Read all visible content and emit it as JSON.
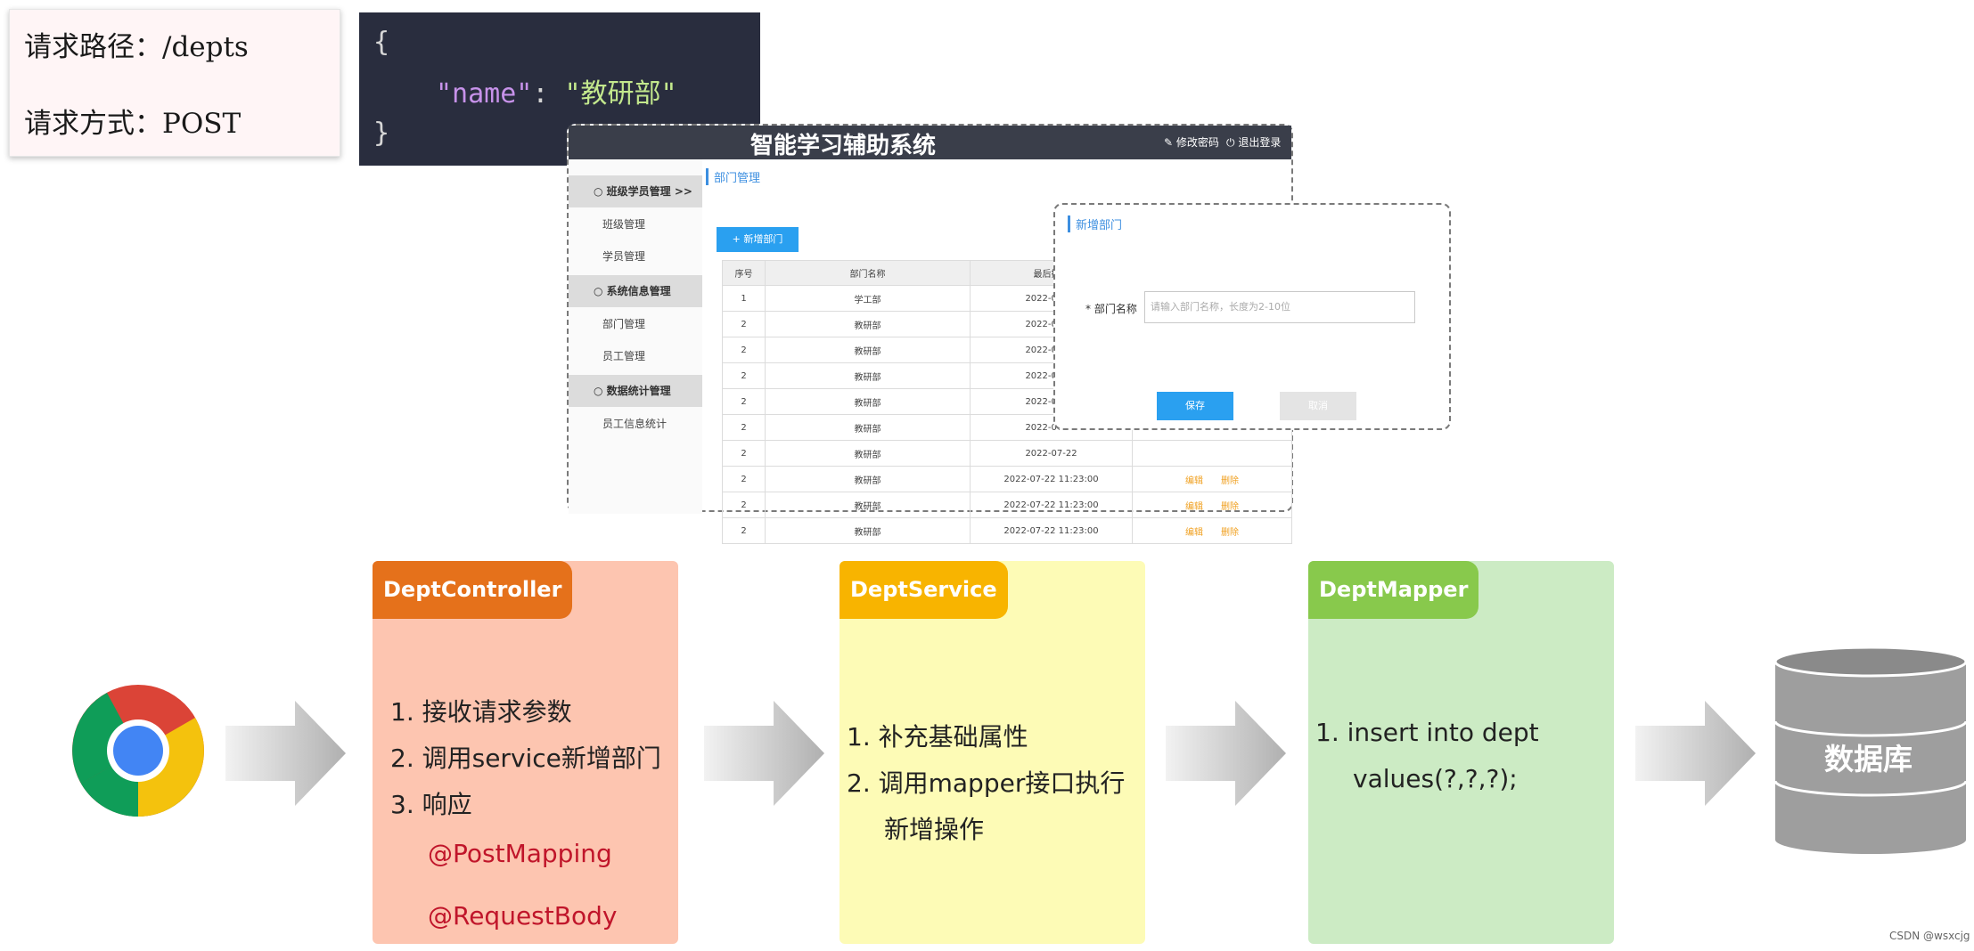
{
  "request": {
    "path_line": "请求路径：/depts",
    "method_line": "请求方式：POST"
  },
  "json_body": {
    "open": "{",
    "key": "\"name\"",
    "colon": ": ",
    "value": "\"教研部\"",
    "close": "}"
  },
  "app": {
    "title": "智能学习辅助系统",
    "change_password": "修改密码",
    "logout": "退出登录",
    "sidebar": {
      "groups": [
        {
          "label": "班级学员管理  >>",
          "items": [
            "班级管理",
            "学员管理"
          ]
        },
        {
          "label": "系统信息管理",
          "items": [
            "部门管理",
            "员工管理"
          ]
        },
        {
          "label": "数据统计管理",
          "items": [
            "员工信息统计"
          ]
        }
      ]
    },
    "breadcrumb": "部门管理",
    "add_button": "+ 新增部门",
    "table": {
      "headers": [
        "序号",
        "部门名称",
        "最后操作"
      ],
      "rows": [
        [
          "1",
          "学工部",
          "2022-07-22"
        ],
        [
          "2",
          "教研部",
          "2022-07-22"
        ],
        [
          "2",
          "教研部",
          "2022-07-22"
        ],
        [
          "2",
          "教研部",
          "2022-07-22"
        ],
        [
          "2",
          "教研部",
          "2022-07-22"
        ],
        [
          "2",
          "教研部",
          "2022-07-22"
        ],
        [
          "2",
          "教研部",
          "2022-07-22"
        ],
        [
          "2",
          "教研部",
          "2022-07-22 11:23:00"
        ],
        [
          "2",
          "教研部",
          "2022-07-22 11:23:00"
        ],
        [
          "2",
          "教研部",
          "2022-07-22 11:23:00"
        ]
      ],
      "op_edit": "编辑",
      "op_delete": "删除"
    },
    "dialog": {
      "title": "新增部门",
      "label": "* 部门名称",
      "placeholder": "请输入部门名称，长度为2-10位",
      "save": "保存",
      "cancel": "取消"
    }
  },
  "flow": {
    "controller": {
      "tag": "DeptController",
      "lines": [
        "1.  接收请求参数",
        "2.  调用service新增部门",
        "3.  响应"
      ],
      "annotations": [
        "@PostMapping",
        "@RequestBody"
      ],
      "colors": {
        "tag": "#e5711b",
        "body": "#fdc5b0"
      }
    },
    "service": {
      "tag": "DeptService",
      "lines": [
        "1.  补充基础属性",
        "2.  调用mapper接口执行",
        "新增操作"
      ],
      "colors": {
        "tag": "#f8b400",
        "body": "#fdfbb6"
      }
    },
    "mapper": {
      "tag": "DeptMapper",
      "lines": [
        "1.  insert into dept",
        "values(?,?,?);"
      ],
      "colors": {
        "tag": "#88c94c",
        "body": "#ccebc4"
      }
    },
    "database_label": "数据库"
  },
  "watermark": "CSDN @wsxcjg"
}
